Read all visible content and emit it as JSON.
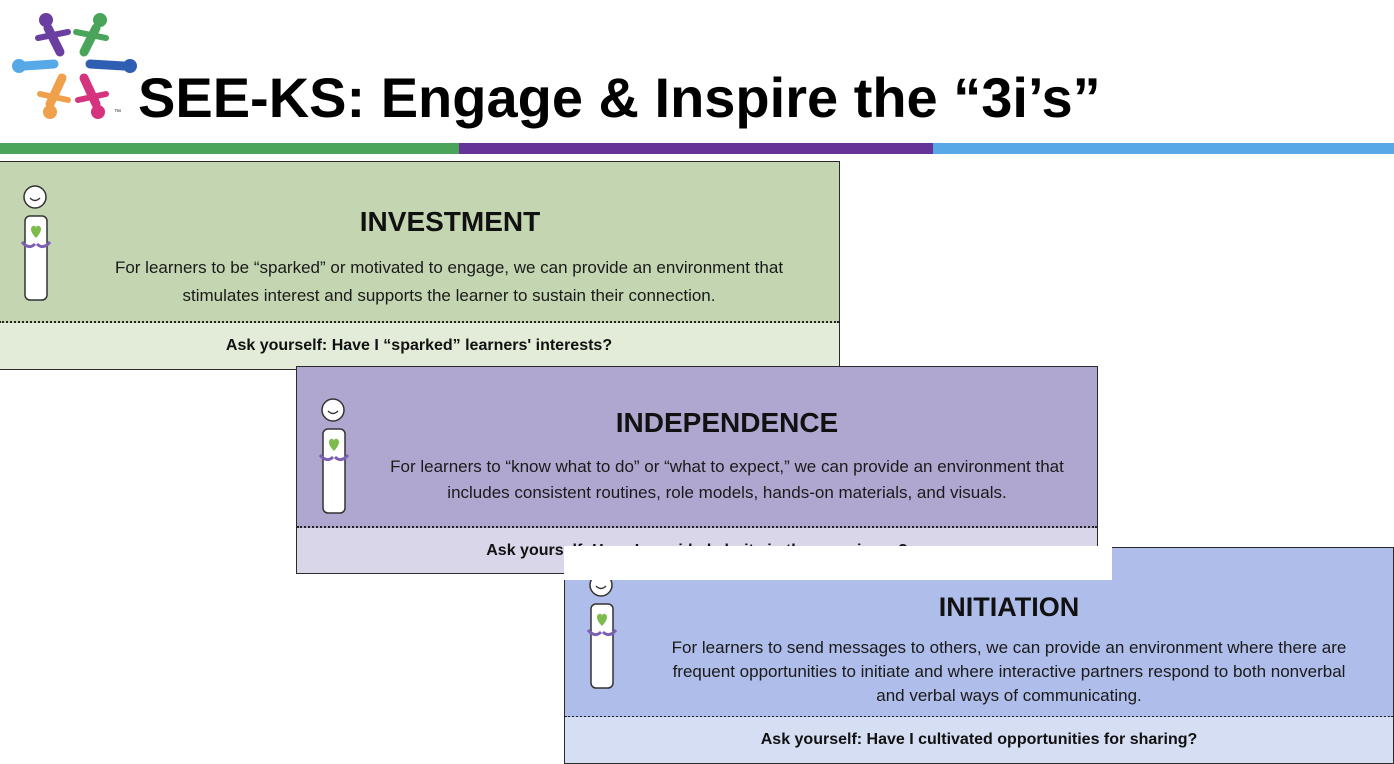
{
  "slide": {
    "title": "SEE-KS: Engage & Inspire the “3i’s”",
    "trademark": "™"
  },
  "colors": {
    "bar_green": "#4aa55b",
    "bar_purple": "#663399",
    "bar_blue": "#56a8e6",
    "investment_top": "#c3d6b1",
    "investment_bottom": "#e2ecd8",
    "independence_top": "#b0a7d0",
    "independence_bottom": "#d9d6e9",
    "initiation_top": "#aebde9",
    "initiation_bottom": "#d5def3",
    "heart": "#7dbb4b",
    "hands": "#7c5fb3"
  },
  "icons": {
    "logo": "people-circle-logo",
    "figure": "person-heart-icon"
  },
  "cards": {
    "investment": {
      "heading": "INVESTMENT",
      "body_line1": "For learners to be “sparked” or motivated to engage, we can provide an environment that",
      "body_line2": "stimulates interest and supports the learner to sustain their connection.",
      "ask": "Ask yourself: Have I “sparked” learners' interests?"
    },
    "independence": {
      "heading": "INDEPENDENCE",
      "body_line1": "For learners to “know what to do” or “what to expect,” we can provide an environment that",
      "body_line2": "includes consistent routines, role models, hands-on materials, and visuals.",
      "ask": "Ask yourself: Have I provided clarity in the experience?"
    },
    "initiation": {
      "heading": "INITIATION",
      "body_line1": "For learners to send messages to others, we can provide an environment where there are",
      "body_line2": "frequent opportunities to initiate and where interactive partners respond to both nonverbal",
      "body_line3": "and verbal ways of communicating.",
      "ask": "Ask yourself: Have I cultivated opportunities for sharing?"
    }
  }
}
